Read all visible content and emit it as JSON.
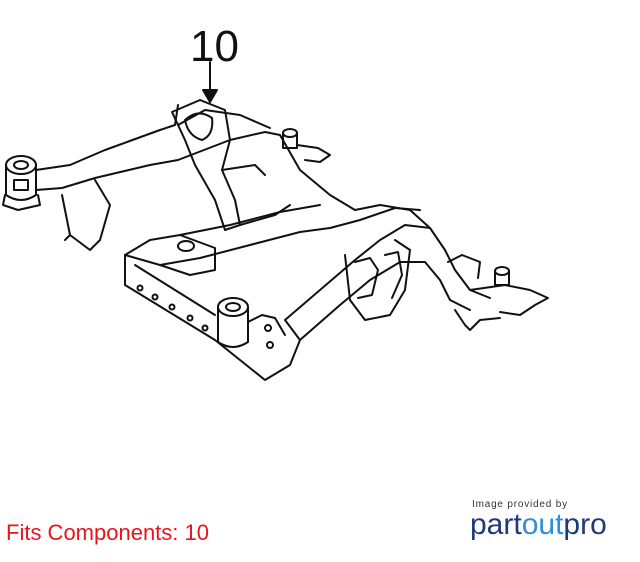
{
  "diagram": {
    "callout_number": "10",
    "line_color": "#111111"
  },
  "footer": {
    "fits_label": "Fits Components:",
    "fits_value": "10",
    "fits_color": "#e8141c",
    "provided_by": "Image provided by",
    "brand_part": "part",
    "brand_out": "out",
    "brand_pro": "pro",
    "brand_dark_color": "#1f3a78",
    "brand_accent_color": "#2d8fd8"
  }
}
